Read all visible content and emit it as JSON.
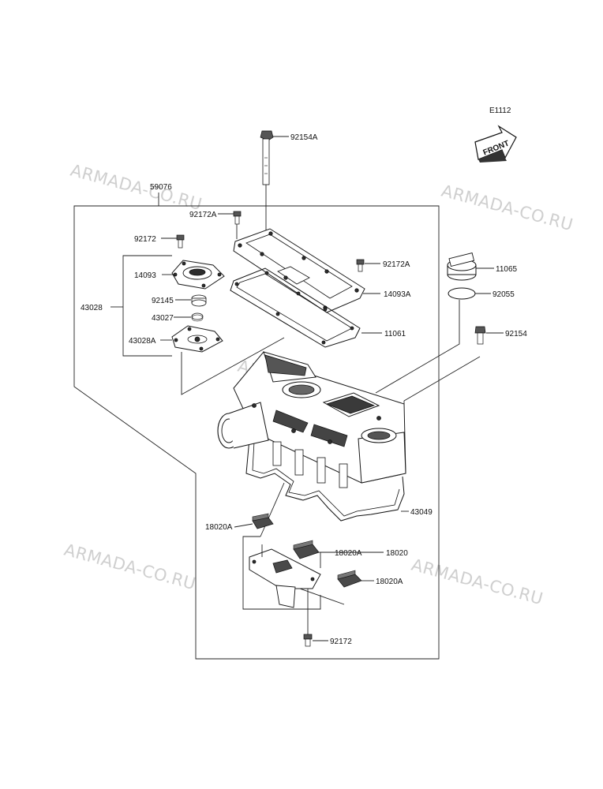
{
  "diagram": {
    "code": "E1112",
    "front_label": "FRONT",
    "watermark": "ARMADA-CO.RU",
    "parts": {
      "p59076": "59076",
      "p92154A": "92154A",
      "p92172A_top": "92172A",
      "p92172_top": "92172",
      "p14093": "14093",
      "p43028": "43028",
      "p92145": "92145",
      "p43027": "43027",
      "p43028A": "43028A",
      "p92172A_mid": "92172A",
      "p14093A": "14093A",
      "p11061": "11061",
      "p11065": "11065",
      "p92055": "92055",
      "p92154": "92154",
      "p43049": "43049",
      "p18020A_left": "18020A",
      "p18020A_mid": "18020A",
      "p18020": "18020",
      "p18020A_right": "18020A",
      "p92172_bottom": "92172"
    }
  }
}
